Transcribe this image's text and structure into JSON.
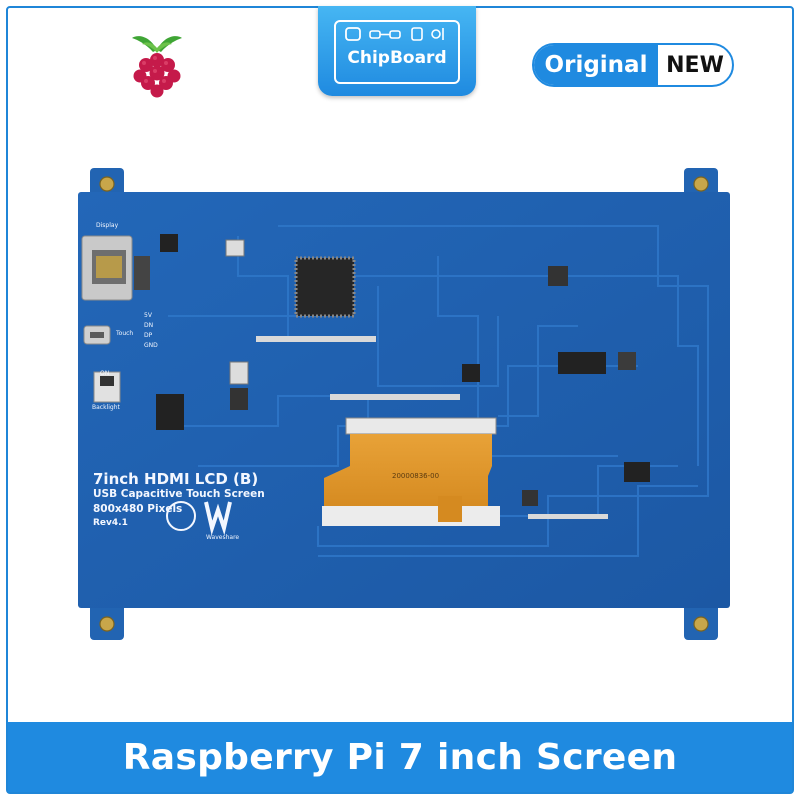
{
  "brand": {
    "name": "ChipBoard",
    "logo_icon": "chipboard-circuit-icon",
    "accent_color": "#1f8ae0"
  },
  "badge": {
    "original": "Original",
    "new": "NEW"
  },
  "raspberry_logo_icon": "raspberry-pi-icon",
  "product": {
    "title": "Raspberry Pi 7 inch Screen",
    "board_color": "#1e5fae"
  },
  "silkscreen": {
    "title": "7inch HDMI LCD (B)",
    "subtitle": "USB Capacitive Touch Screen",
    "resolution": "800x480 Pixels",
    "revision": "Rev4.1",
    "maker": "Waveshare",
    "port_display": "Display",
    "port_touch": "Touch",
    "port_backlight": "Backlight",
    "pins": [
      "5V",
      "DN",
      "DP",
      "GND"
    ],
    "switch_on": "ON",
    "fpc_code": "20000836-00"
  }
}
